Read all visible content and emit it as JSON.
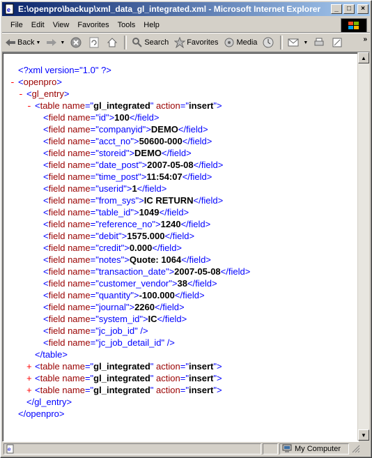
{
  "window": {
    "title": "E:\\openpro\\backup\\xml_data_gl_integrated.xml - Microsoft Internet Explorer"
  },
  "titlebar_buttons": {
    "minimize": "_",
    "maximize": "□",
    "close": "×"
  },
  "menu": [
    "File",
    "Edit",
    "View",
    "Favorites",
    "Tools",
    "Help"
  ],
  "toolbar": {
    "back": "Back",
    "search": "Search",
    "favorites": "Favorites",
    "media": "Media",
    "chevron": "»"
  },
  "xml": {
    "decl": "<?xml version=\"1.0\" ?>",
    "root_open": "<openpro>",
    "entry_open": "<gl_entry>",
    "table_tag": "<table",
    "name_attr": "name=",
    "table_name": "\"gl_integrated\"",
    "action_attr": "action=",
    "action_value": "\"insert\"",
    "gt": ">",
    "fields": [
      {
        "name": "\"id\"",
        "value": "100"
      },
      {
        "name": "\"companyid\"",
        "value": "DEMO"
      },
      {
        "name": "\"acct_no\"",
        "value": "50600-000"
      },
      {
        "name": "\"storeid\"",
        "value": "DEMO"
      },
      {
        "name": "\"date_post\"",
        "value": "2007-05-08"
      },
      {
        "name": "\"time_post\"",
        "value": "11:54:07"
      },
      {
        "name": "\"userid\"",
        "value": "1"
      },
      {
        "name": "\"from_sys\"",
        "value": "IC RETURN"
      },
      {
        "name": "\"table_id\"",
        "value": "1049"
      },
      {
        "name": "\"reference_no\"",
        "value": "1240"
      },
      {
        "name": "\"debit\"",
        "value": "1575.000"
      },
      {
        "name": "\"credit\"",
        "value": "0.000"
      },
      {
        "name": "\"notes\"",
        "value": "Quote: 1064"
      },
      {
        "name": "\"transaction_date\"",
        "value": "2007-05-08"
      },
      {
        "name": "\"customer_vendor\"",
        "value": "38"
      },
      {
        "name": "\"quantity\"",
        "value": "-100.000"
      },
      {
        "name": "\"journal\"",
        "value": "2260"
      },
      {
        "name": "\"system_id\"",
        "value": "IC"
      }
    ],
    "empty_fields": [
      "\"jc_job_id\"",
      "\"jc_job_detail_id\""
    ],
    "field_open": "<field",
    "field_close": "</field>",
    "self_close": "/>",
    "table_close": "</table>",
    "entry_close": "</gl_entry>",
    "root_close": "</openpro>",
    "minus": "-",
    "plus": "+"
  },
  "status": {
    "zone": "My Computer"
  }
}
